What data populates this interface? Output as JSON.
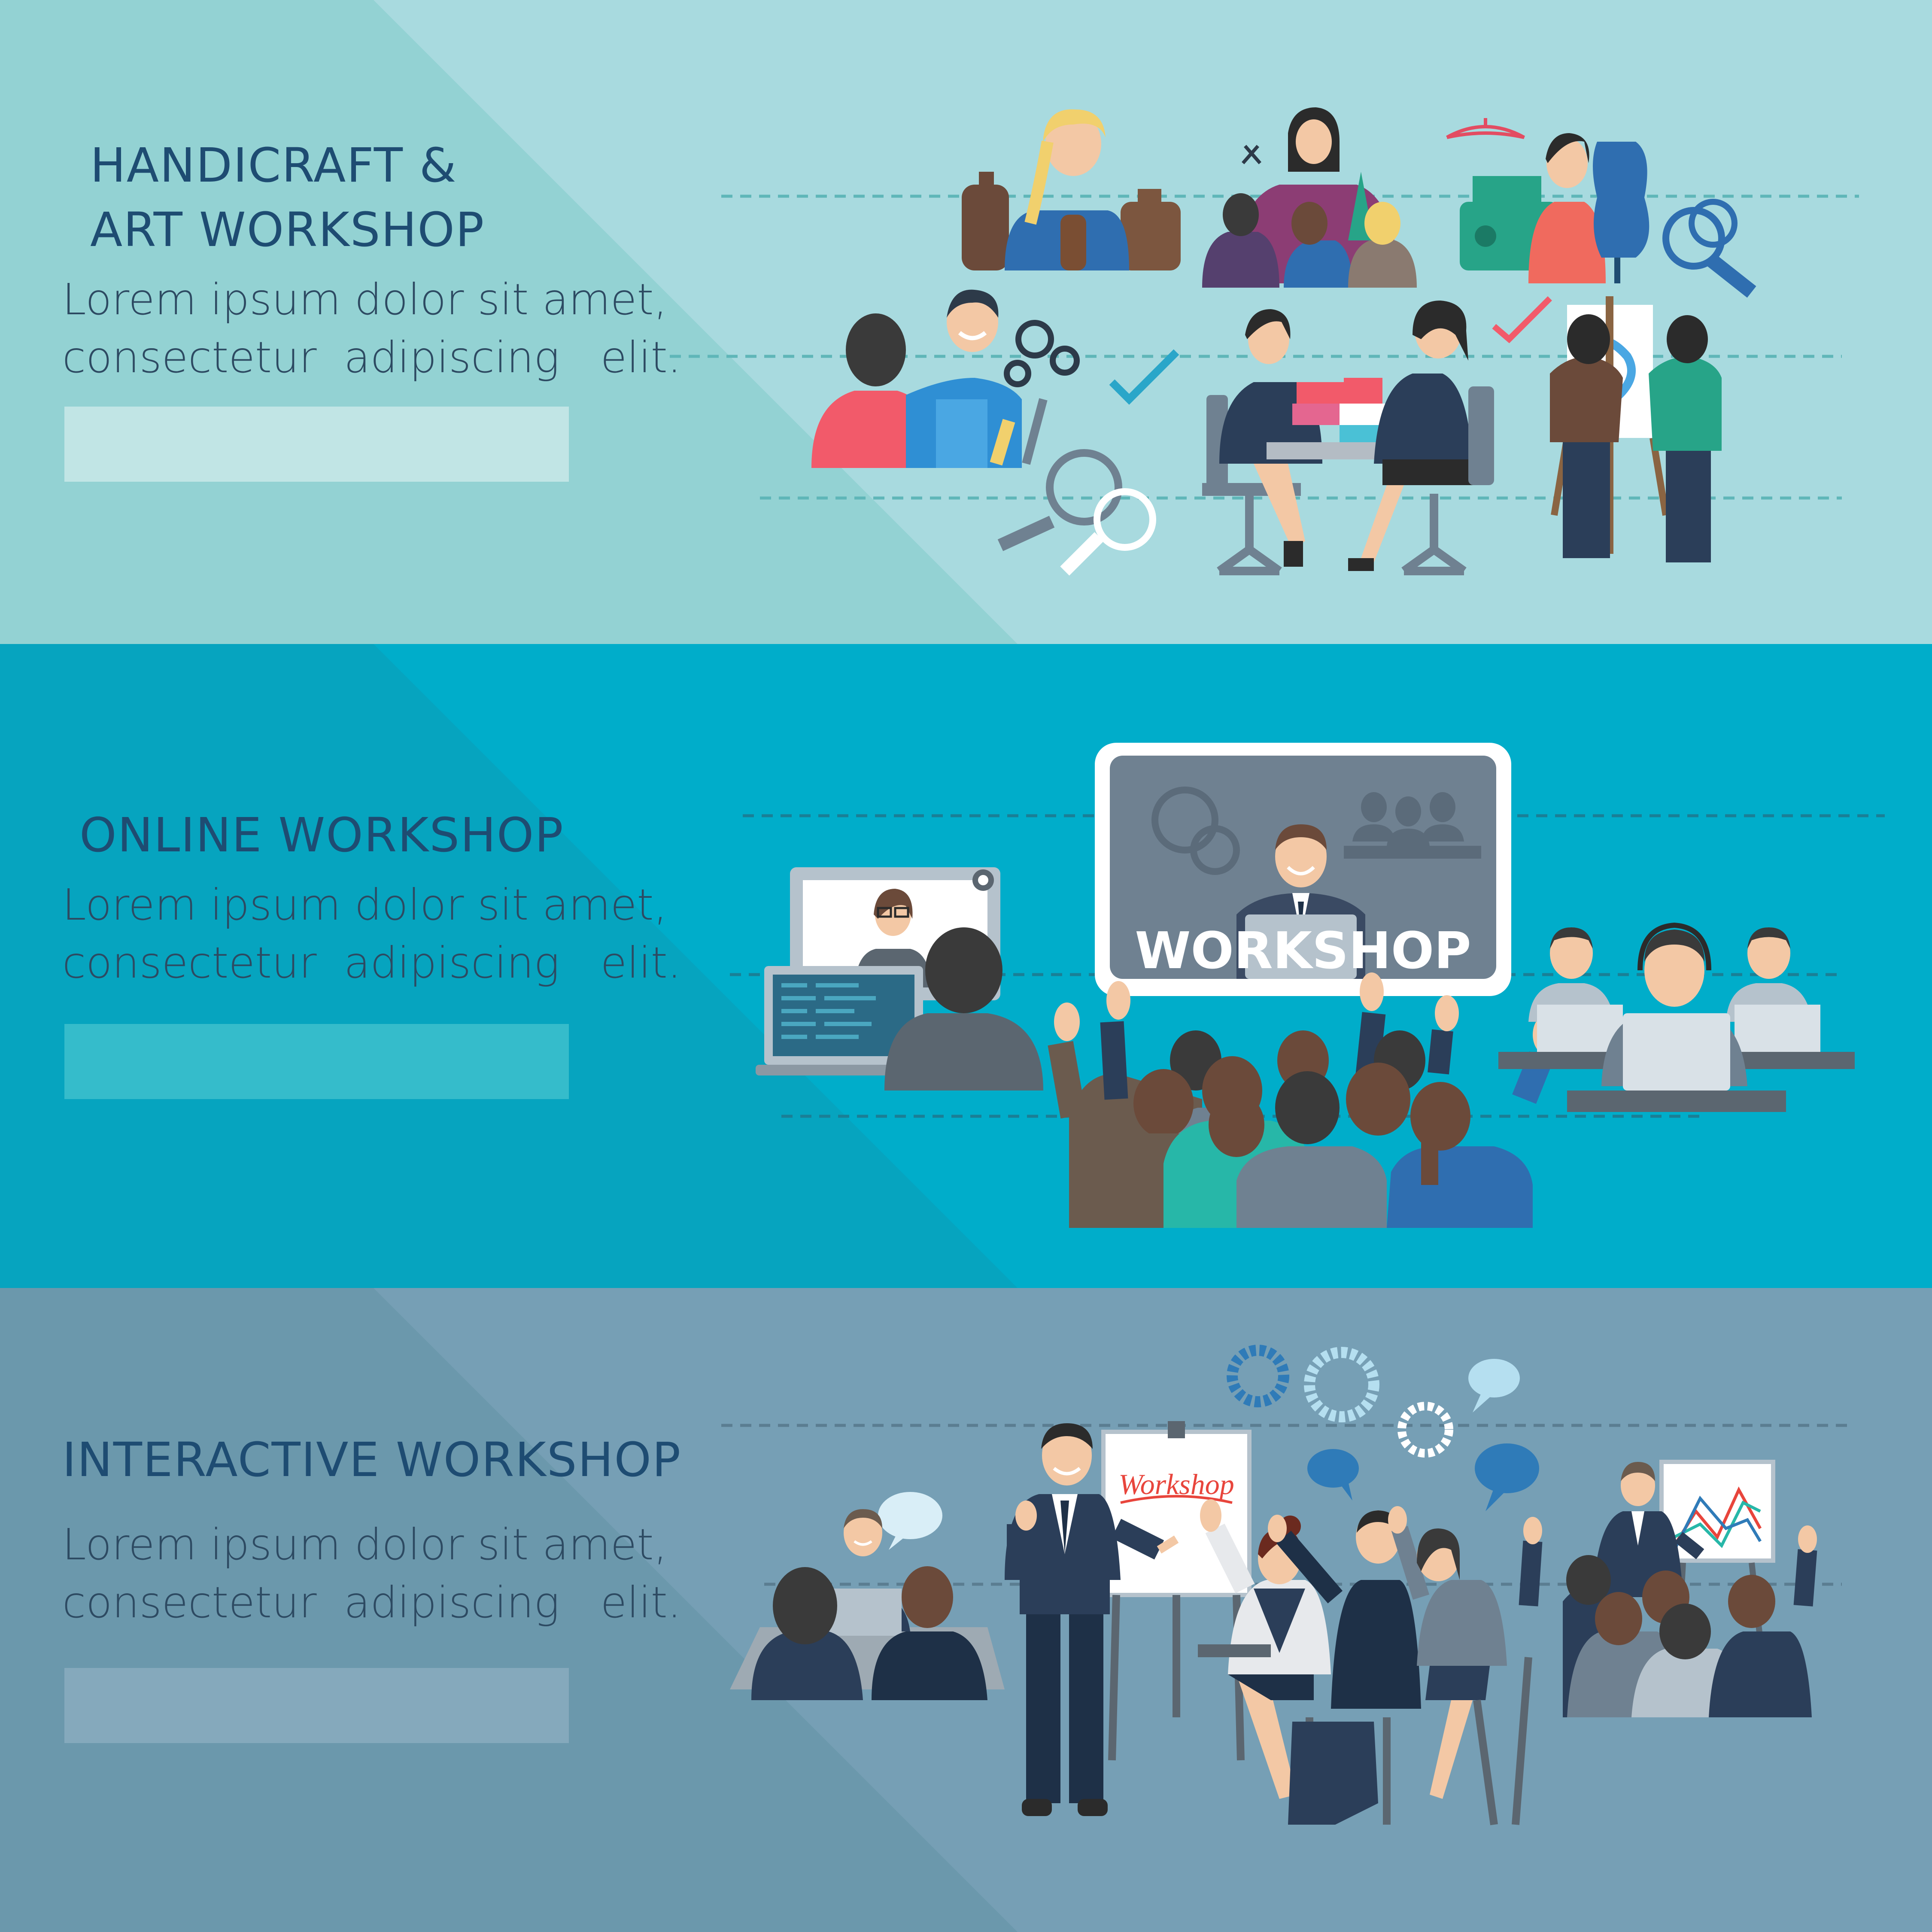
{
  "banners": [
    {
      "title_line1": "HANDICRAFT &",
      "title_line2": "ART WORKSHOP",
      "body_line1": "Lorem ipsum dolor sit amet,",
      "body_line2": "consectetur  adipiscing   elit."
    },
    {
      "title_line1": "ONLINE WORKSHOP",
      "body_line1": "Lorem ipsum dolor sit amet,",
      "body_line2": "consectetur  adipiscing   elit.",
      "screen_label": "WORKSHOP"
    },
    {
      "title_line1": "INTERACTIVE WORKSHOP",
      "body_line1": "Lorem ipsum dolor sit amet,",
      "body_line2": "consectetur  adipiscing   elit.",
      "flipchart_label": "Workshop"
    }
  ],
  "colors": {
    "banner1_bg": "#a8dadf",
    "banner2_bg": "#00adca",
    "banner3_bg": "#769fb5",
    "title": "#1e4c72",
    "checkmark": "#2aa6c9",
    "workshop_red": "#e8453c"
  }
}
